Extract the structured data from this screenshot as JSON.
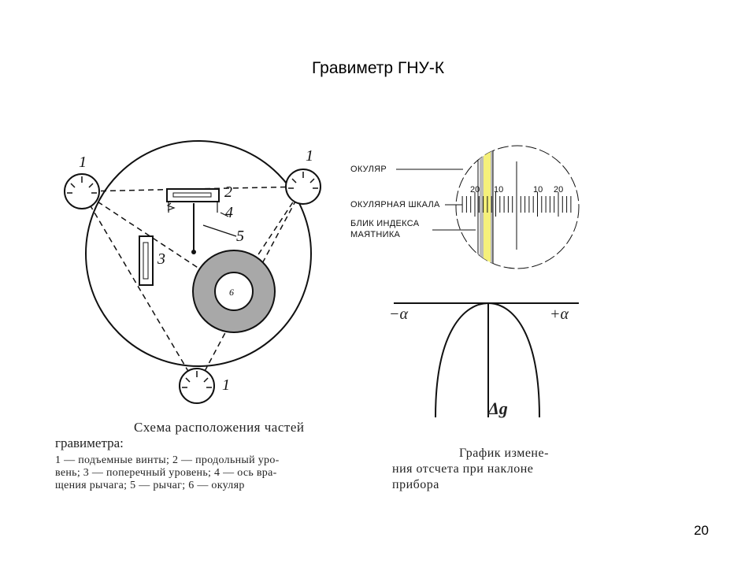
{
  "title": "Гравиметр ГНУ-К",
  "page_number": "20",
  "scheme": {
    "part_numbers": [
      "1",
      "1",
      "1",
      "2",
      "3",
      "4",
      "5",
      "6"
    ],
    "caption_title": "Схема расположения частей",
    "caption_title2": "гравиметра:",
    "legend_line1": "1 — подъемные винты; 2 — продольный уро-",
    "legend_line2": "вень; 3 — поперечный уровень; 4 — ось вра-",
    "legend_line3": "щения рычага; 5 — рычаг; 6 — окуляр"
  },
  "eyepiece": {
    "label_eyepiece": "ОКУЛЯР",
    "label_scale": "ОКУЛЯРНАЯ ШКАЛА",
    "label_index1": "БЛИК ИНДЕКСА",
    "label_index2": "МАЯТНИКА",
    "scale_labels": [
      "20",
      "10",
      "10",
      "20"
    ],
    "highlight_color": "#f5f07a"
  },
  "graph": {
    "minus_alpha": "−α",
    "plus_alpha": "+α",
    "delta_g": "Δg",
    "caption_line1": "График измене-",
    "caption_line2": "ния отсчета при наклоне",
    "caption_line3": "прибора"
  }
}
